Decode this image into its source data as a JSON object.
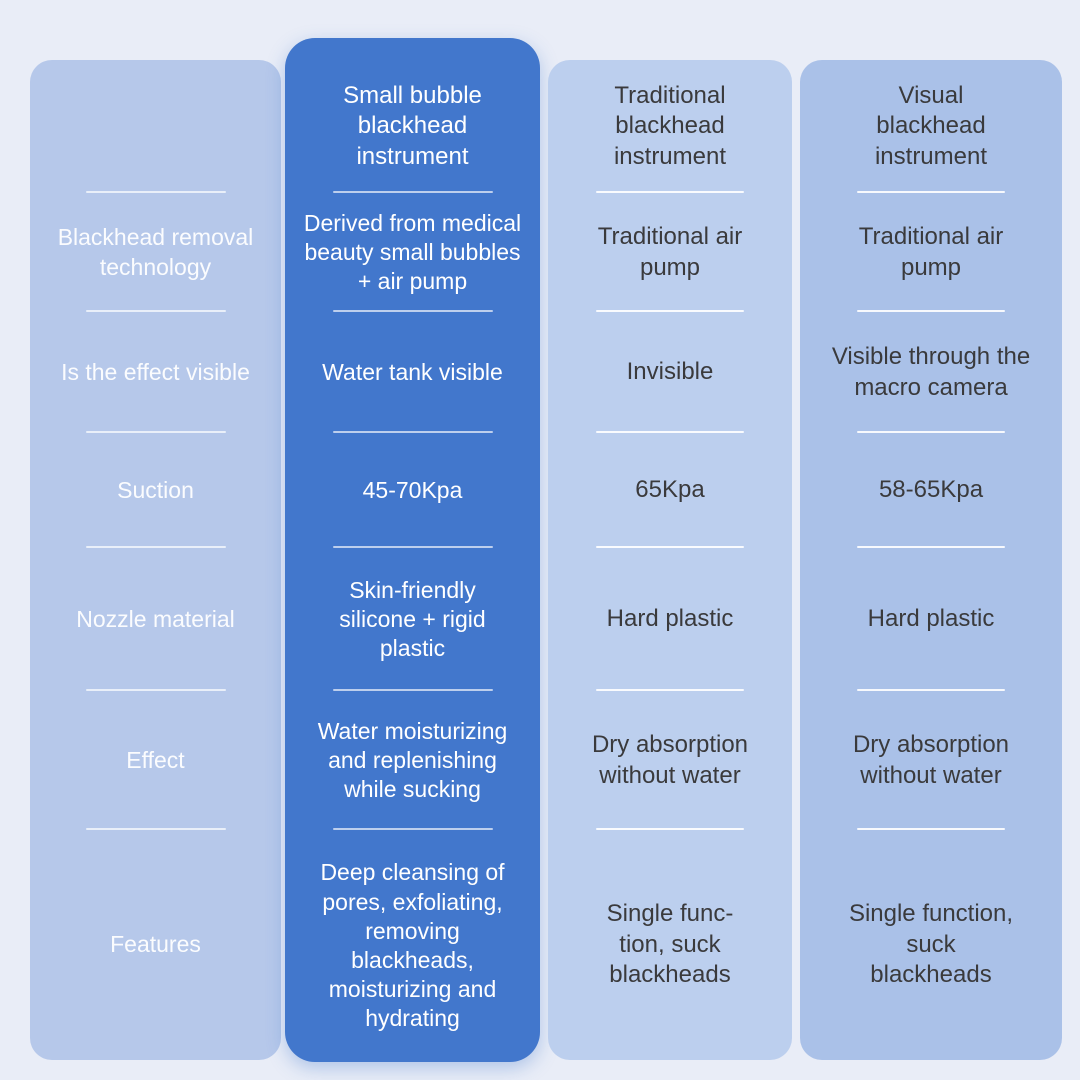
{
  "colors": {
    "background": "#e9edf7",
    "labels_column": "#b6c8ea",
    "highlight_column": "#4277cc",
    "column_3": "#bccfee",
    "column_4": "#aac1e8",
    "light_text": "#ffffff",
    "dark_text": "#3a3a3c"
  },
  "table": {
    "row_labels": [
      "Blackhead removal\ntechnology",
      "Is the effect visible",
      "Suction",
      "Nozzle material",
      "Effect",
      "Features"
    ],
    "columns": [
      {
        "header": "Small bubble\nblackhead\ninstrument",
        "highlighted": true,
        "cells": [
          "Derived from medical\nbeauty small bubbles\n+ air pump",
          "Water tank visible",
          "45-70Kpa",
          "Skin-friendly\nsilicone + rigid\nplastic",
          "Water moisturizing\nand replenishing\nwhile sucking",
          "Deep cleansing of\npores, exfoliating,\nremoving\nblackheads,\nmoisturizing and\nhydrating"
        ]
      },
      {
        "header": "Traditional\nblackhead\ninstrument",
        "highlighted": false,
        "cells": [
          "Traditional air\npump",
          "Invisible",
          "65Kpa",
          "Hard plastic",
          "Dry absorption\nwithout water",
          "Single func-\ntion, suck\nblackheads"
        ]
      },
      {
        "header": "Visual\nblackhead\ninstrument",
        "highlighted": false,
        "cells": [
          "Traditional air\npump",
          "Visible through the\nmacro camera",
          "58-65Kpa",
          "Hard plastic",
          "Dry absorption\nwithout water",
          "Single function,\nsuck\nblackheads"
        ]
      }
    ]
  },
  "chart_data": {
    "type": "table",
    "title": "Blackhead instrument comparison",
    "row_headers": [
      "Blackhead removal technology",
      "Is the effect visible",
      "Suction",
      "Nozzle material",
      "Effect",
      "Features"
    ],
    "column_headers": [
      "Small bubble blackhead instrument",
      "Traditional blackhead instrument",
      "Visual blackhead instrument"
    ],
    "rows": [
      [
        "Derived from medical beauty small bubbles + air pump",
        "Traditional air pump",
        "Traditional air pump"
      ],
      [
        "Water tank visible",
        "Invisible",
        "Visible through the macro camera"
      ],
      [
        "45-70Kpa",
        "65Kpa",
        "58-65Kpa"
      ],
      [
        "Skin-friendly silicone + rigid plastic",
        "Hard plastic",
        "Hard plastic"
      ],
      [
        "Water moisturizing and replenishing while sucking",
        "Dry absorption without water",
        "Dry absorption without water"
      ],
      [
        "Deep cleansing of pores, exfoliating, removing blackheads, moisturizing and hydrating",
        "Single function, suck blackheads",
        "Single function, suck blackheads"
      ]
    ],
    "highlighted_column": "Small bubble blackhead instrument",
    "legend_position": "none",
    "grid": false
  }
}
